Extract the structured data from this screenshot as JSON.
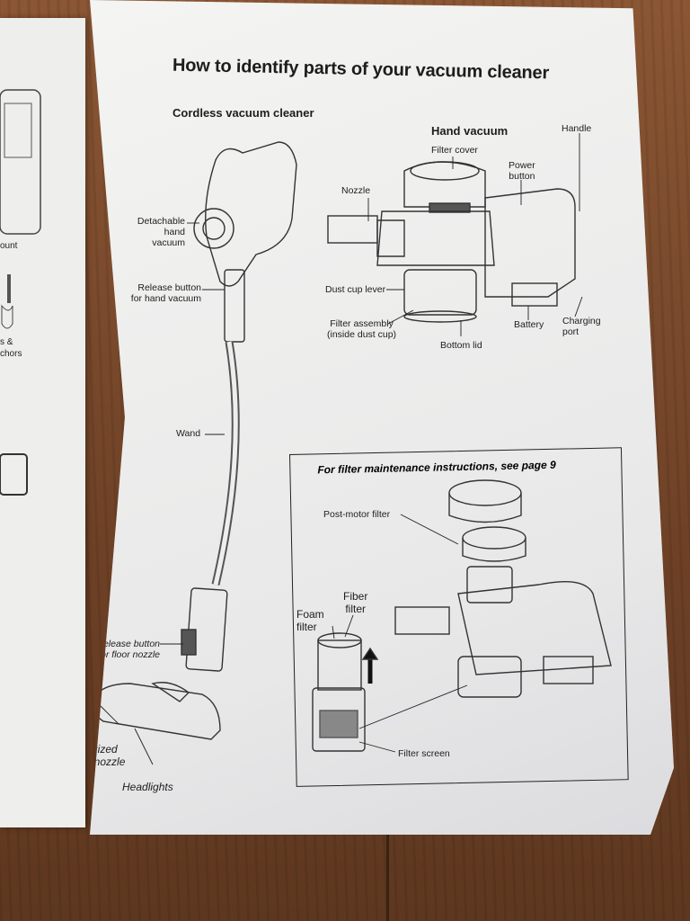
{
  "document": {
    "title": "How to identify parts of your vacuum cleaner",
    "cordless_heading": "Cordless vacuum cleaner",
    "hand_heading": "Hand vacuum",
    "filter_box_title": "For filter maintenance instructions, see page 9"
  },
  "labels": {
    "detachable": [
      "Detachable",
      "hand vacuum"
    ],
    "release_hand": [
      "Release button",
      "for hand vacuum"
    ],
    "wand": "Wand",
    "release_floor": [
      "Release button",
      "for floor nozzle"
    ],
    "motorized": [
      "Motorized",
      "floor nozzle"
    ],
    "headlights": "Headlights",
    "filter_cover": "Filter cover",
    "handle": "Handle",
    "power_button": [
      "Power",
      "button"
    ],
    "nozzle": "Nozzle",
    "dust_cup_lever": "Dust cup lever",
    "filter_assembly": [
      "Filter assembly",
      "(inside dust cup)"
    ],
    "bottom_lid": "Bottom lid",
    "battery": "Battery",
    "charging_port": [
      "Charging",
      "port"
    ],
    "post_motor_filter": "Post-motor filter",
    "foam_filter": [
      "Foam",
      "filter"
    ],
    "fiber_filter": [
      "Fiber",
      "filter"
    ],
    "filter_screen": "Filter screen"
  },
  "left_page": {
    "fragment_1": "ount",
    "fragment_2": "s &",
    "fragment_3": "chors"
  }
}
